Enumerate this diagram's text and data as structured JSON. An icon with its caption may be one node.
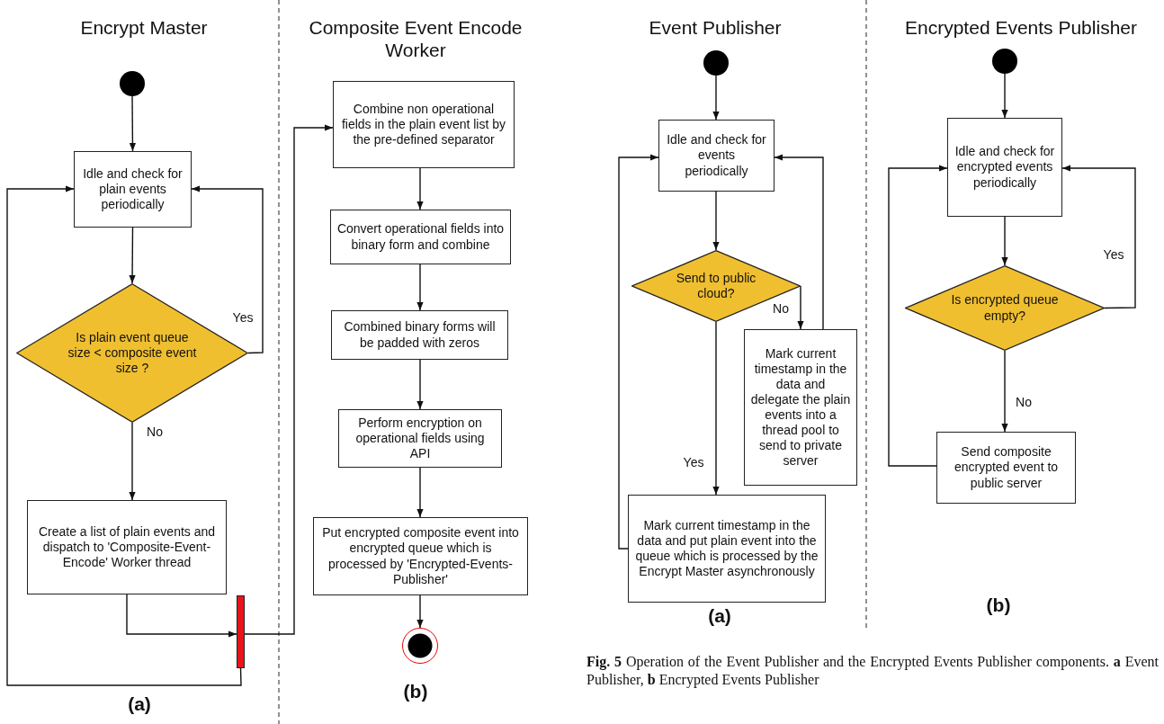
{
  "diagram": {
    "caption": "**Fig. 5** Operation of the Event Publisher and the Encrypted Events Publisher components. **a** Event Publisher, **b** Encrypted Events Publisher",
    "nodes": [
      {
        "text": [],
        "shape": "circle"
      },
      {
        "text": [
          "Idle and check for plain events periodically"
        ]
      },
      {
        "text": [
          "Is plain event queue size < composite event size ?"
        ]
      },
      {
        "text": [
          "Create a list of plain events and dispatch to 'Composite-Event-Encode' Worker thread"
        ]
      },
      {
        "text": [],
        "shape": "bar"
      },
      {
        "text": [
          "Combine non operational fields in the plain event list by the pre-defined separator"
        ]
      },
      {
        "text": [
          "Convert operational fields into binary form and combine"
        ]
      },
      {
        "text": [
          "Combined binary forms will be padded with zeros"
        ]
      },
      {
        "text": [
          "Perform encryption on operational fields using API"
        ]
      },
      {
        "text": [
          "Put encrypted composite event into encrypted queue which is processed by 'Encrypted-Events-Publisher'"
        ]
      },
      {
        "text": [],
        "shape": "circle"
      },
      {
        "text": [],
        "shape": "circle"
      },
      {
        "text": [
          "Idle and check for events periodically"
        ]
      },
      {
        "text": [
          "Send to public cloud?"
        ]
      },
      {
        "text": [
          "Mark current timestamp in the data and delegate the plain events into a thread pool to send to private server"
        ]
      },
      {
        "text": [
          "Mark current timestamp in the data and put plain event into the queue which is processed by the Encrypt Master asynchronously"
        ]
      },
      {
        "text": [],
        "shape": "circle"
      },
      {
        "text": [
          "Idle and check for encrypted events periodically"
        ]
      },
      {
        "text": [
          "Is encrypted queue empty?"
        ]
      },
      {
        "text": [
          "Send composite encrypted event to public server"
        ]
      }
    ],
    "edges": [
      {
        "from": 0,
        "to": 1,
        "arrow": "to"
      },
      {
        "from": 1,
        "to": 2,
        "arrow": "to"
      },
      {
        "from": 2,
        "to": 1,
        "arrow": "to",
        "label": "Yes"
      },
      {
        "from": 2,
        "to": 3,
        "arrow": "to",
        "label": "No"
      },
      {
        "from": 3,
        "to": 4,
        "arrow": "to"
      },
      {
        "from": 4,
        "to": 1,
        "arrow": "to"
      },
      {
        "from": 4,
        "to": 5,
        "arrow": "to"
      },
      {
        "from": 5,
        "to": 6,
        "arrow": "to"
      },
      {
        "from": 6,
        "to": 7,
        "arrow": "to"
      },
      {
        "from": 7,
        "to": 8,
        "arrow": "to"
      },
      {
        "from": 8,
        "to": 9,
        "arrow": "to"
      },
      {
        "from": 9,
        "to": 10,
        "arrow": "to"
      },
      {
        "from": 11,
        "to": 12,
        "arrow": "to"
      },
      {
        "from": 12,
        "to": 13,
        "arrow": "to"
      },
      {
        "from": 13,
        "to": 14,
        "arrow": "to",
        "label": "No"
      },
      {
        "from": 14,
        "to": 12,
        "arrow": "to"
      },
      {
        "from": 13,
        "to": 15,
        "arrow": "to",
        "label": "Yes"
      },
      {
        "from": 15,
        "to": 12,
        "arrow": "to"
      },
      {
        "from": 16,
        "to": 17,
        "arrow": "to"
      },
      {
        "from": 17,
        "to": 18,
        "arrow": "to"
      },
      {
        "from": 18,
        "to": 17,
        "arrow": "to",
        "label": "Yes"
      },
      {
        "from": 18,
        "to": 19,
        "arrow": "to",
        "label": "No"
      },
      {
        "from": 19,
        "to": 17,
        "arrow": "to"
      }
    ],
    "labels": [
      "Encrypt Master",
      "Composite Event Encode Worker",
      "Event Publisher",
      "Encrypted Events Publisher",
      "(a)",
      "(b)",
      "(a)",
      "(b)"
    ]
  }
}
